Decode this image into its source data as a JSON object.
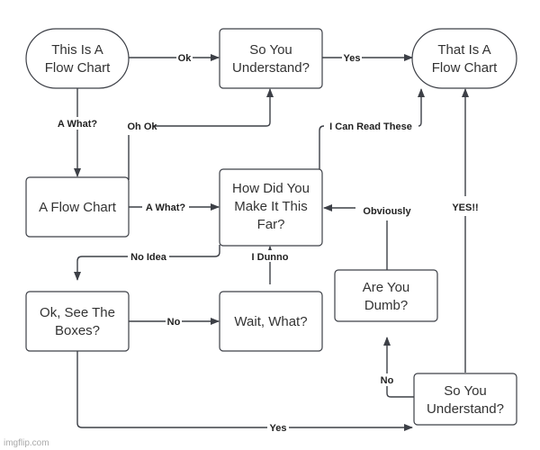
{
  "nodes": {
    "start": {
      "lines": [
        "This Is  A",
        "Flow Chart"
      ],
      "shape": "terminal"
    },
    "understand1": {
      "lines": [
        "So You",
        "Understand?"
      ],
      "shape": "process"
    },
    "end": {
      "lines": [
        "That Is A",
        "Flow Chart"
      ],
      "shape": "terminal"
    },
    "flow_chart": {
      "lines": [
        "A Flow Chart"
      ],
      "shape": "process"
    },
    "how_did": {
      "lines": [
        "How Did You",
        "Make It This",
        "Far?"
      ],
      "shape": "process"
    },
    "dumb": {
      "lines": [
        "Are You",
        "Dumb?"
      ],
      "shape": "process"
    },
    "see_boxes": {
      "lines": [
        "Ok, See The",
        "Boxes?"
      ],
      "shape": "process"
    },
    "wait_what": {
      "lines": [
        "Wait, What?"
      ],
      "shape": "process"
    },
    "understand2": {
      "lines": [
        "So You",
        "Understand?"
      ],
      "shape": "process"
    }
  },
  "edges": {
    "ok": "Ok",
    "yes1": "Yes",
    "a_what1": "A What?",
    "oh_ok": "Oh Ok",
    "read_these": "I Can Read These",
    "a_what2": "A What?",
    "obviously": "Obviously",
    "yes_caps": "YES!!",
    "no_idea": "No Idea",
    "dunno": "I Dunno",
    "no1": "No",
    "no2": "No",
    "yes2": "Yes"
  },
  "watermark": "imgflip.com",
  "colors": {
    "stroke": "#3d4047",
    "text": "#333333"
  }
}
